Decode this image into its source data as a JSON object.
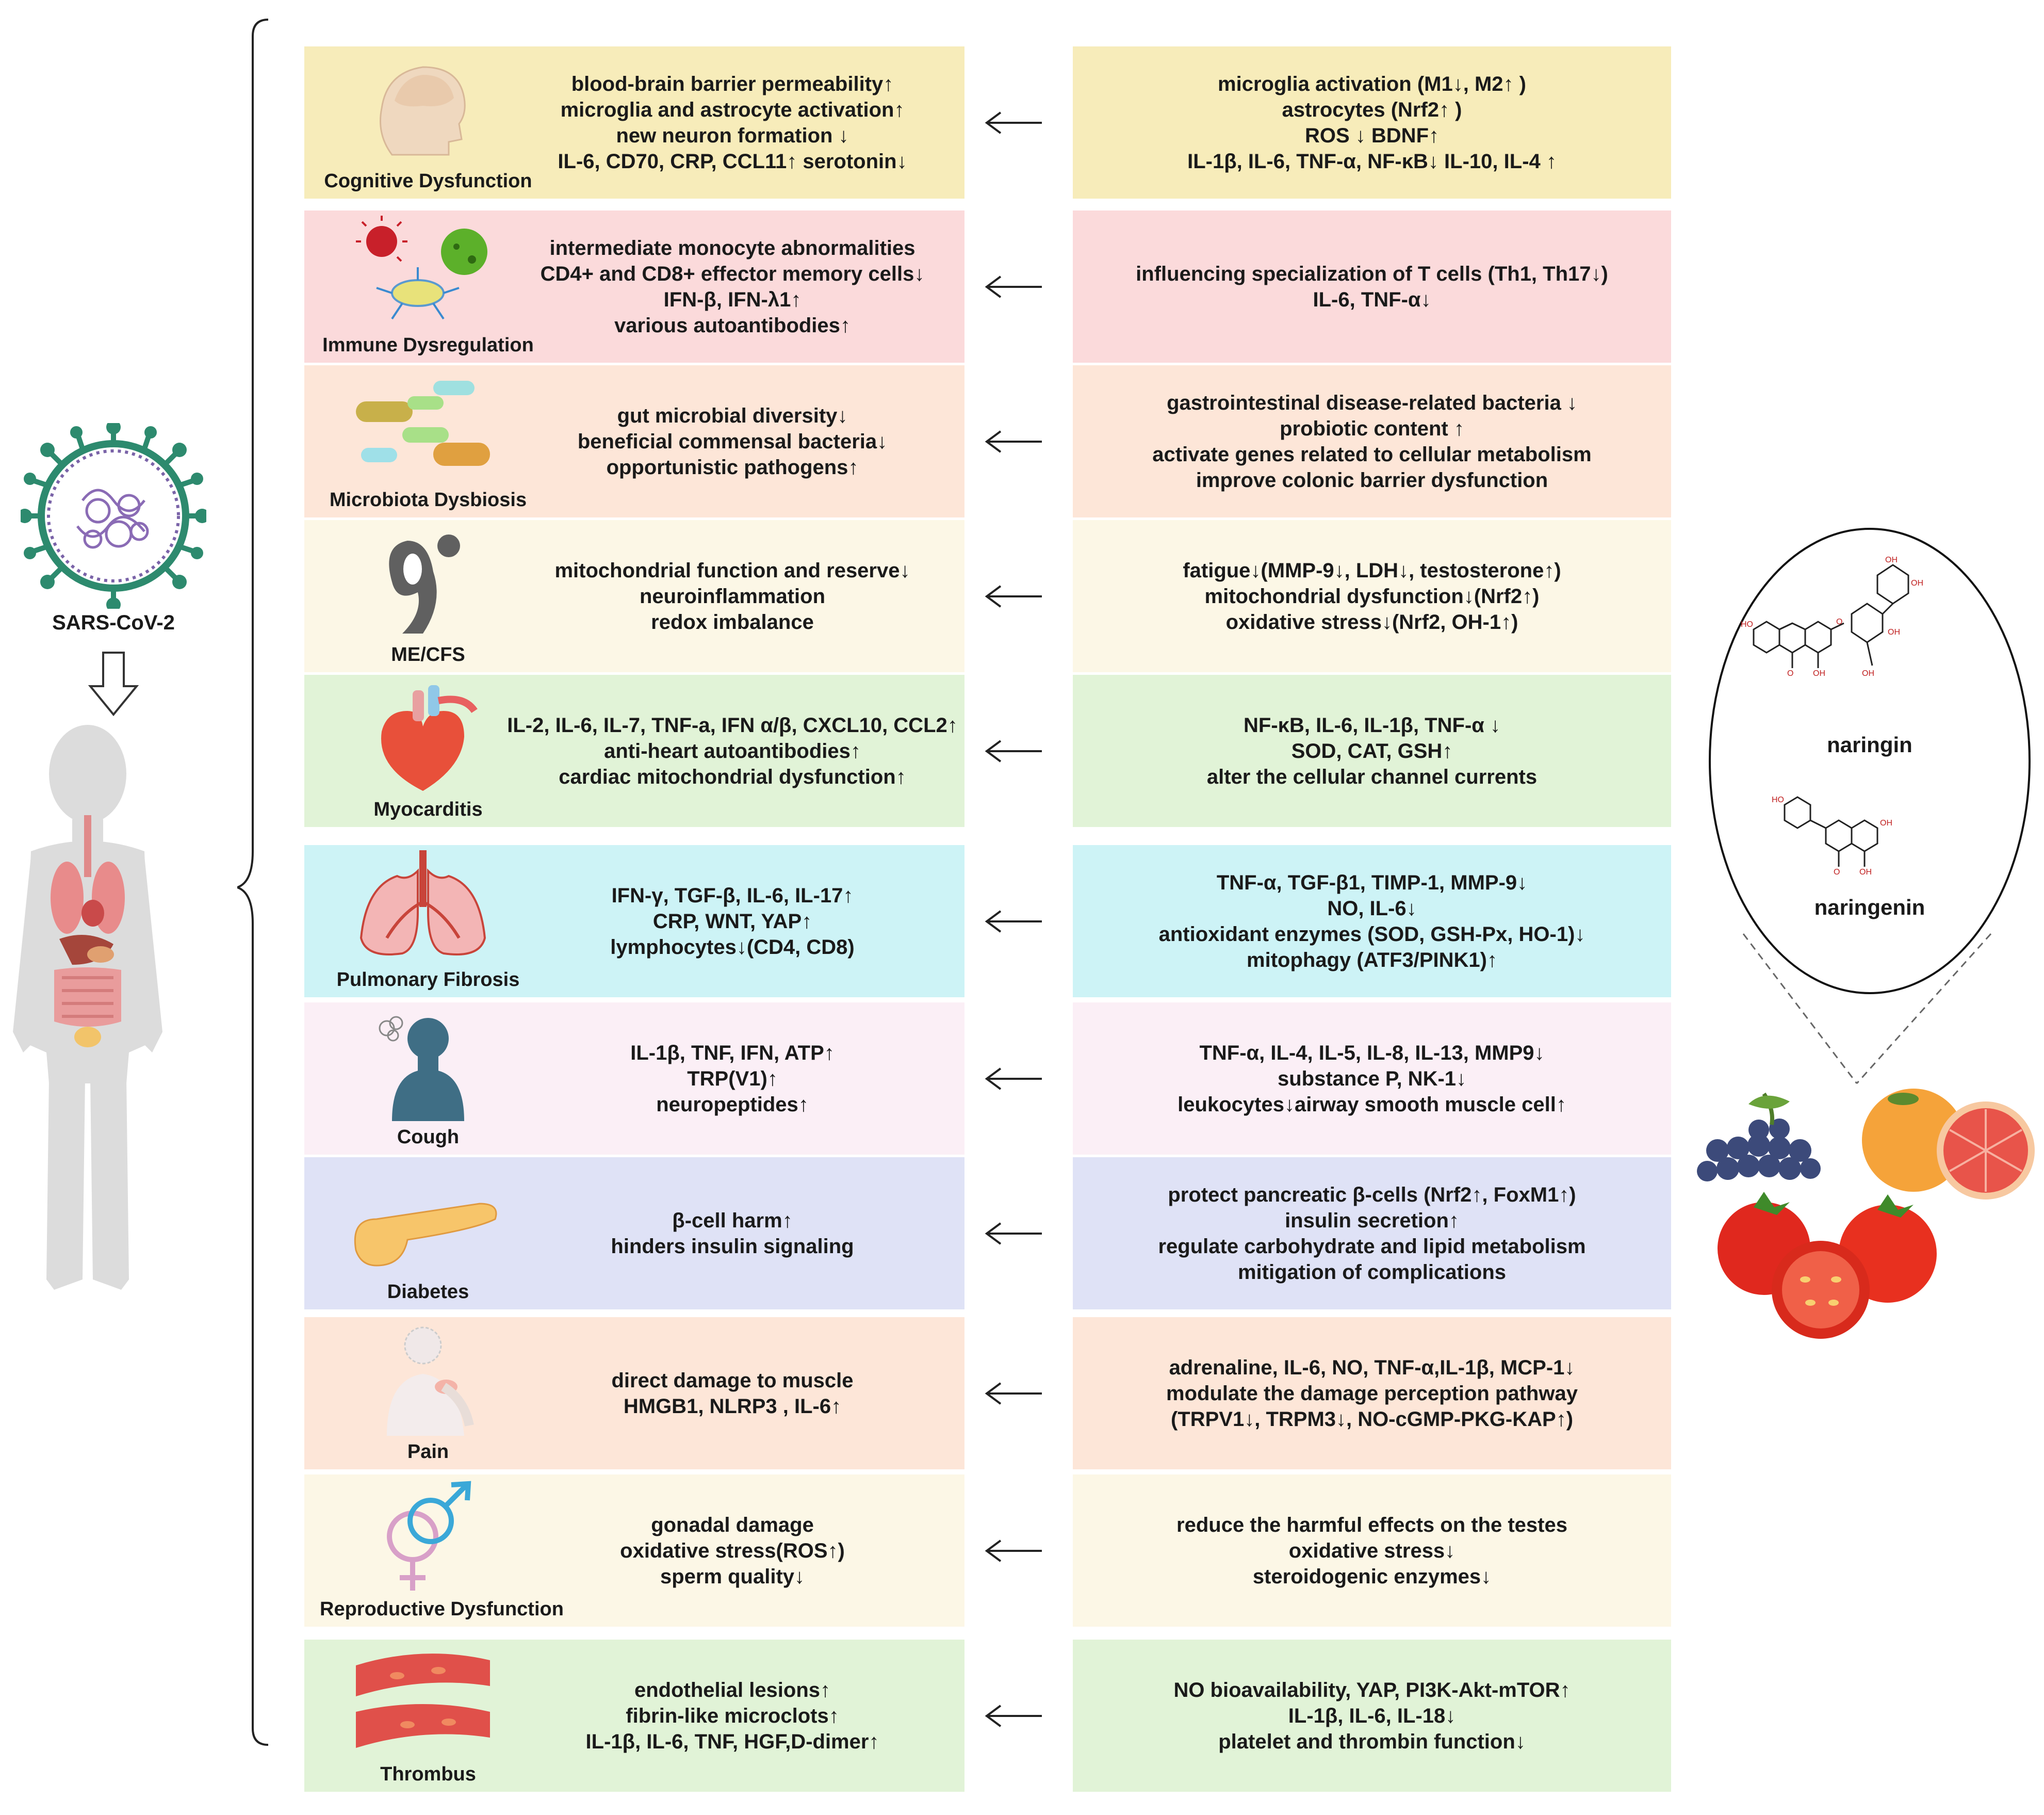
{
  "virus_label": "SARS-CoV-2",
  "colors": {
    "yellow": "#f7ecba",
    "pink": "#fbdadb",
    "peach": "#fde6d8",
    "cream": "#fcf7e6",
    "green": "#e1f3d7",
    "cyan": "#cdf3f6",
    "lavender": "#fbeff6",
    "blue": "#dfe2f6"
  },
  "rows": [
    {
      "label": "Cognitive Dysfunction",
      "icon": "brain-head-icon",
      "color": "#f7ecba",
      "left_lines": [
        "blood-brain barrier permeability↑",
        "microglia and astrocyte activation↑",
        "new neuron formation ↓",
        "IL-6, CD70, CRP, CCL11↑   serotonin↓"
      ],
      "right_lines": [
        "microglia activation (M1↓, M2↑ )",
        "astrocytes (Nrf2↑ )",
        "ROS ↓ BDNF↑",
        "IL-1β, IL-6, TNF-α, NF-κB↓  IL-10, IL-4 ↑"
      ]
    },
    {
      "label": "Immune Dysregulation",
      "icon": "immune-cells-icon",
      "color": "#fbdadb",
      "left_lines": [
        "intermediate monocyte abnormalities",
        "CD4+ and CD8+ effector memory cells↓",
        "IFN-β, IFN-λ1↑",
        "various autoantibodies↑"
      ],
      "right_lines": [
        "influencing specialization of T cells (Th1, Th17↓)",
        "IL-6, TNF-α↓"
      ]
    },
    {
      "label": "Microbiota Dysbiosis",
      "icon": "bacteria-icon",
      "color": "#fde6d8",
      "left_lines": [
        "gut microbial diversity↓",
        "beneficial commensal bacteria↓",
        "opportunistic pathogens↑"
      ],
      "right_lines": [
        "gastrointestinal disease-related bacteria ↓",
        "probiotic content ↑",
        "activate genes related to cellular metabolism",
        "improve colonic barrier dysfunction"
      ]
    },
    {
      "label": "ME/CFS",
      "icon": "me-cfs-logo-icon",
      "color": "#fcf7e6",
      "left_lines": [
        "mitochondrial function and reserve↓",
        "neuroinflammation",
        "redox imbalance"
      ],
      "right_lines": [
        "fatigue↓(MMP-9↓, LDH↓, testosterone↑)",
        "mitochondrial dysfunction↓(Nrf2↑)",
        "oxidative stress↓(Nrf2, OH-1↑)"
      ]
    },
    {
      "label": "Myocarditis",
      "icon": "heart-icon",
      "color": "#e1f3d7",
      "left_lines": [
        "IL-2, IL-6, IL-7, TNF-a, IFN α/β, CXCL10, CCL2↑",
        "anti-heart autoantibodies↑",
        "cardiac mitochondrial dysfunction↑"
      ],
      "right_lines": [
        "NF-κB, IL-6, IL-1β, TNF-α ↓",
        "SOD, CAT, GSH↑",
        "alter the cellular channel currents"
      ]
    },
    {
      "label": "Pulmonary Fibrosis",
      "icon": "lungs-icon",
      "color": "#cdf3f6",
      "left_lines": [
        "IFN-γ, TGF-β, IL-6, IL-17↑",
        "CRP, WNT, YAP↑",
        "lymphocytes↓(CD4, CD8)"
      ],
      "right_lines": [
        "TNF-α, TGF-β1, TIMP-1, MMP-9↓",
        "NO, IL-6↓",
        "antioxidant enzymes (SOD, GSH-Px, HO-1)↓",
        "mitophagy (ATF3/PINK1)↑"
      ]
    },
    {
      "label": "Cough",
      "icon": "cough-person-icon",
      "color": "#fbeff6",
      "left_lines": [
        "IL-1β, TNF, IFN, ATP↑",
        "TRP(V1)↑",
        "neuropeptides↑"
      ],
      "right_lines": [
        "TNF-α, IL-4, IL-5, IL-8, IL-13, MMP9↓",
        "substance P, NK-1↓",
        "leukocytes↓airway smooth muscle cell↑"
      ]
    },
    {
      "label": "Diabetes",
      "icon": "pancreas-icon",
      "color": "#dfe2f6",
      "left_lines": [
        "β-cell harm↑",
        "hinders insulin signaling"
      ],
      "right_lines": [
        "protect pancreatic β-cells (Nrf2↑, FoxM1↑)",
        "insulin secretion↑",
        "regulate carbohydrate and lipid metabolism",
        "mitigation of complications"
      ]
    },
    {
      "label": "Pain",
      "icon": "pain-body-icon",
      "color": "#fde6d8",
      "left_lines": [
        "direct damage to muscle",
        "HMGB1, NLRP3 , IL-6↑"
      ],
      "right_lines": [
        "adrenaline, IL-6, NO, TNF-α,IL-1β, MCP-1↓",
        "modulate the damage perception pathway",
        "(TRPV1↓, TRPM3↓, NO-cGMP-PKG-KAP↑)"
      ]
    },
    {
      "label": "Reproductive Dysfunction",
      "icon": "gender-symbols-icon",
      "color": "#fcf7e6",
      "left_lines": [
        "gonadal damage",
        "oxidative stress(ROS↑)",
        "sperm quality↓"
      ],
      "right_lines": [
        "reduce the harmful effects on the testes",
        "oxidative stress↓",
        "steroidogenic enzymes↓"
      ]
    },
    {
      "label": "Thrombus",
      "icon": "blood-vessel-icon",
      "color": "#e1f3d7",
      "left_lines": [
        "endothelial lesions↑",
        "fibrin-like microclots↑",
        "IL-1β, IL-6, TNF, HGF,D-dimer↑"
      ],
      "right_lines": [
        "NO bioavailability, YAP, PI3K-Akt-mTOR↑",
        "IL-1β, IL-6, IL-18↓",
        "platelet and thrombin function↓"
      ]
    }
  ],
  "molecules": {
    "top_label": "naringin",
    "bottom_label": "naringenin"
  }
}
